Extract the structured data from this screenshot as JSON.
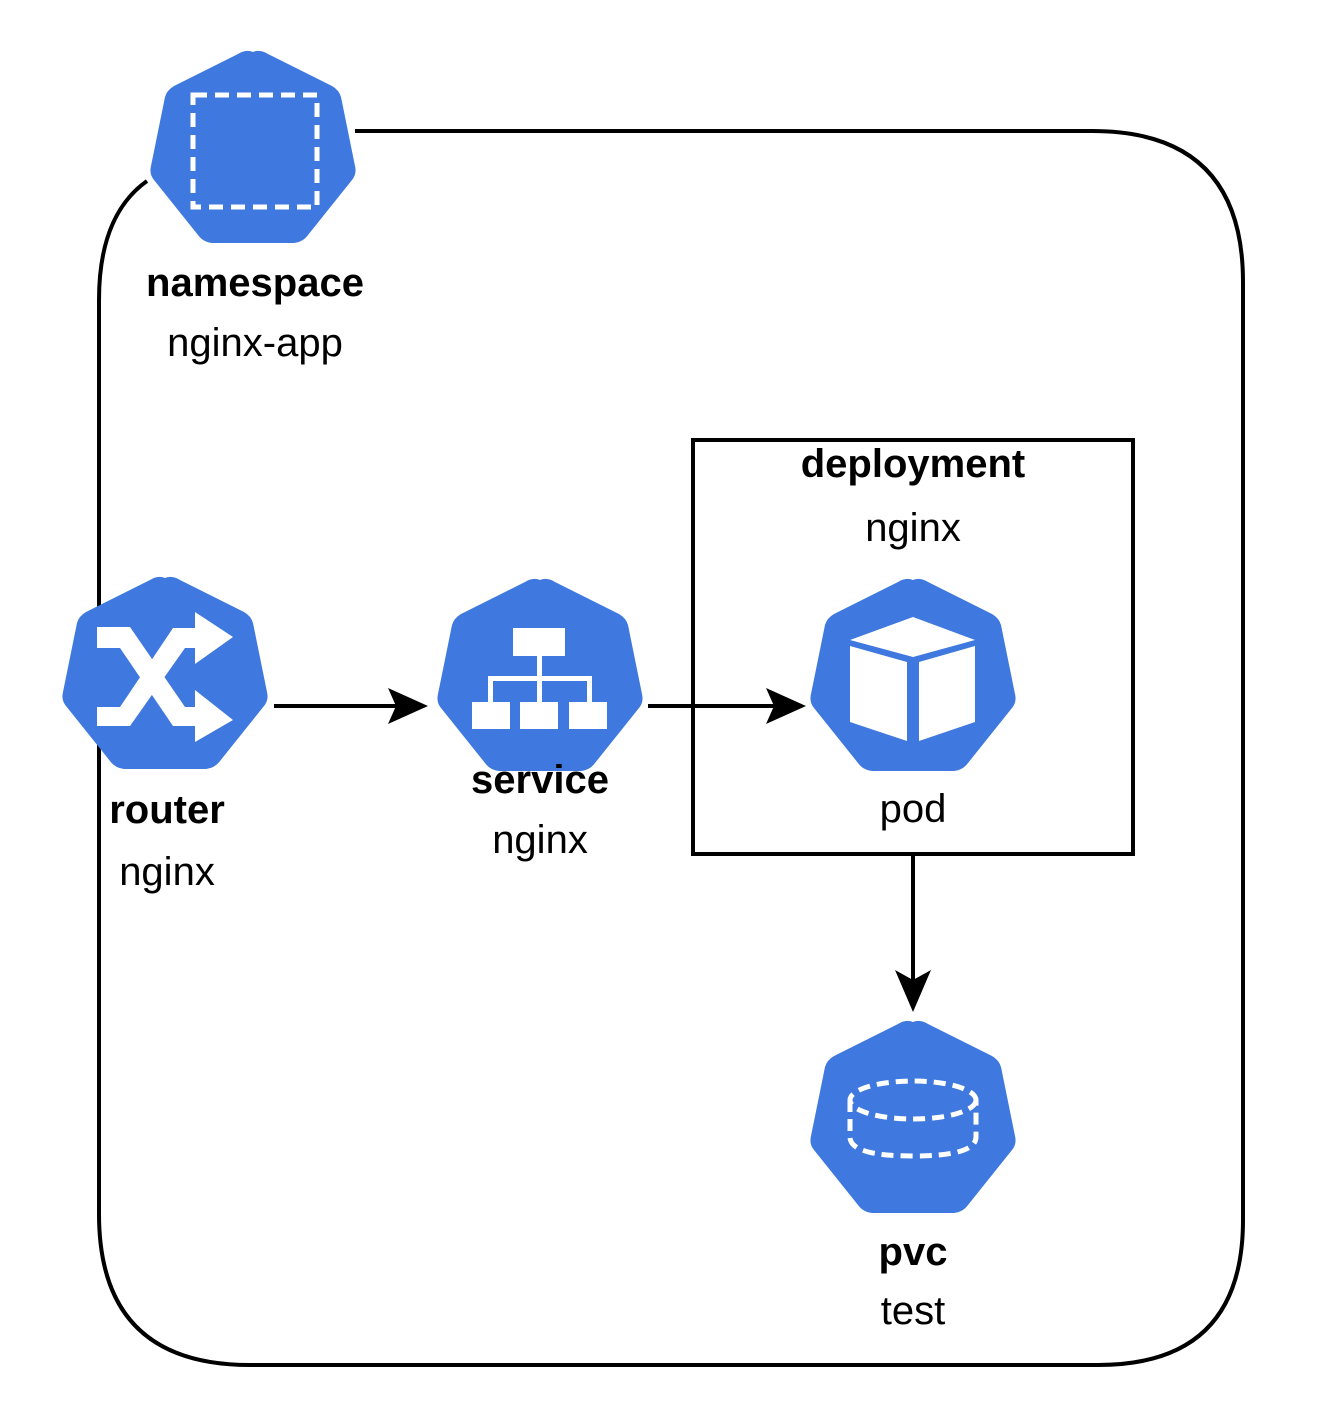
{
  "diagram": {
    "colors": {
      "icon_fill": "#3f78de",
      "icon_detail": "#ffffff",
      "stroke": "#000000",
      "background": "#ffffff"
    },
    "namespace": {
      "kind": "namespace",
      "name": "nginx-app",
      "icon": "namespace-icon"
    },
    "router": {
      "kind": "router",
      "name": "nginx",
      "icon": "router-icon"
    },
    "service": {
      "kind": "service",
      "name": "nginx",
      "icon": "service-icon"
    },
    "deployment": {
      "kind": "deployment",
      "name": "nginx"
    },
    "pod": {
      "label": "pod",
      "icon": "pod-icon"
    },
    "pvc": {
      "kind": "pvc",
      "name": "test",
      "icon": "pvc-icon"
    },
    "edges": [
      {
        "from": "router",
        "to": "service"
      },
      {
        "from": "service",
        "to": "pod"
      },
      {
        "from": "deployment",
        "to": "pvc"
      }
    ]
  }
}
